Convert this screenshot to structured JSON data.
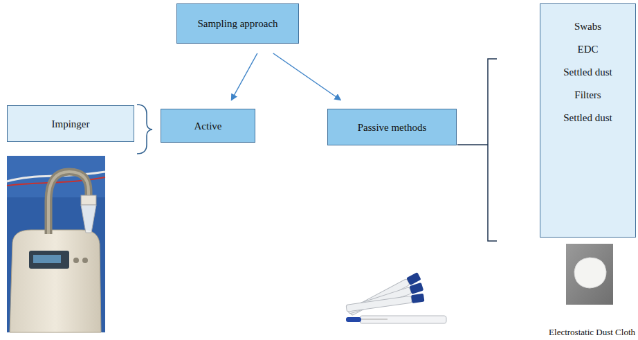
{
  "diagram": {
    "nodes": [
      {
        "text": [
          "Sampling approach"
        ]
      },
      {
        "text": [
          "Impinger"
        ]
      },
      {
        "text": [
          "Active"
        ]
      },
      {
        "text": [
          "Passive methods"
        ]
      },
      {
        "text": [
          "Swabs",
          "EDC",
          "Settled dust",
          "Filters",
          "Settled dust"
        ]
      }
    ],
    "edges": [
      {
        "from": 0,
        "to": 2,
        "arrow": "to"
      },
      {
        "from": 0,
        "to": 3,
        "arrow": "to"
      }
    ],
    "labels": [
      "Electrostatic Dust Cloth"
    ]
  }
}
